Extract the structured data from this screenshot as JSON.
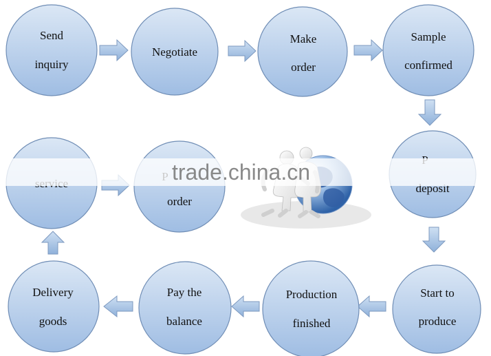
{
  "diagram": {
    "nodes": [
      {
        "id": "send-inquiry",
        "lines": [
          "Send",
          "inquiry"
        ]
      },
      {
        "id": "negotiate",
        "lines": [
          "Negotiate"
        ]
      },
      {
        "id": "make-order",
        "lines": [
          "Make",
          "order"
        ]
      },
      {
        "id": "sample-confirmed",
        "lines": [
          "Sample",
          "confirmed"
        ]
      },
      {
        "id": "deposit",
        "lines": [
          "P",
          "deposit"
        ]
      },
      {
        "id": "start-to-produce",
        "lines": [
          "Start to",
          "produce"
        ]
      },
      {
        "id": "production-finished",
        "lines": [
          "Production",
          "finished"
        ]
      },
      {
        "id": "pay-the-balance",
        "lines": [
          "Pay the",
          "balance"
        ]
      },
      {
        "id": "delivery-goods",
        "lines": [
          "Delivery",
          "goods"
        ]
      },
      {
        "id": "service",
        "lines": [
          "service"
        ]
      },
      {
        "id": "order",
        "lines": [
          "P",
          "order"
        ]
      }
    ],
    "colors": {
      "circle_fill_top": "#dbe7f5",
      "circle_fill_bottom": "#9fbde3",
      "circle_stroke": "#6f8db5",
      "arrow_fill_top": "#cfe0f3",
      "arrow_fill_bottom": "#8fb1da",
      "text": "#111111"
    }
  },
  "watermark": {
    "text": "trade.china.cn"
  },
  "illustration": {
    "icon": "business-people-globe-icon"
  }
}
